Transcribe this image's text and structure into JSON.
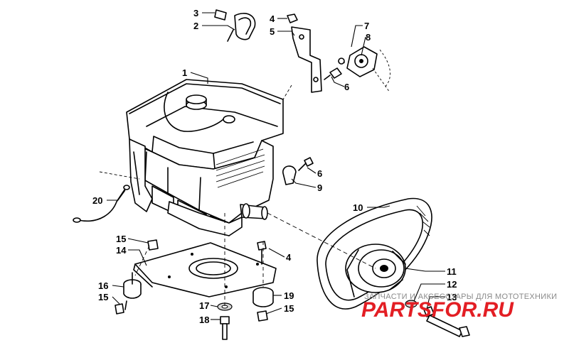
{
  "callouts": [
    {
      "id": "1",
      "label": "1"
    },
    {
      "id": "2",
      "label": "2"
    },
    {
      "id": "3",
      "label": "3"
    },
    {
      "id": "4a",
      "label": "4"
    },
    {
      "id": "5",
      "label": "5"
    },
    {
      "id": "6a",
      "label": "6"
    },
    {
      "id": "7",
      "label": "7"
    },
    {
      "id": "8",
      "label": "8"
    },
    {
      "id": "6b",
      "label": "6"
    },
    {
      "id": "9",
      "label": "9"
    },
    {
      "id": "10",
      "label": "10"
    },
    {
      "id": "20",
      "label": "20"
    },
    {
      "id": "15a",
      "label": "15"
    },
    {
      "id": "14",
      "label": "14"
    },
    {
      "id": "4b",
      "label": "4"
    },
    {
      "id": "11",
      "label": "11"
    },
    {
      "id": "12",
      "label": "12"
    },
    {
      "id": "13",
      "label": "13"
    },
    {
      "id": "16",
      "label": "16"
    },
    {
      "id": "15b",
      "label": "15"
    },
    {
      "id": "19",
      "label": "19"
    },
    {
      "id": "17",
      "label": "17"
    },
    {
      "id": "15c",
      "label": "15"
    },
    {
      "id": "18",
      "label": "18"
    }
  ],
  "watermark": {
    "caption": "ЗАПЧАСТИ И АКСЕССУАРЫ ДЛЯ МОТОТЕХНИКИ",
    "logo": "PARTSFOR.RU",
    "logo_color": "#e31e24"
  }
}
